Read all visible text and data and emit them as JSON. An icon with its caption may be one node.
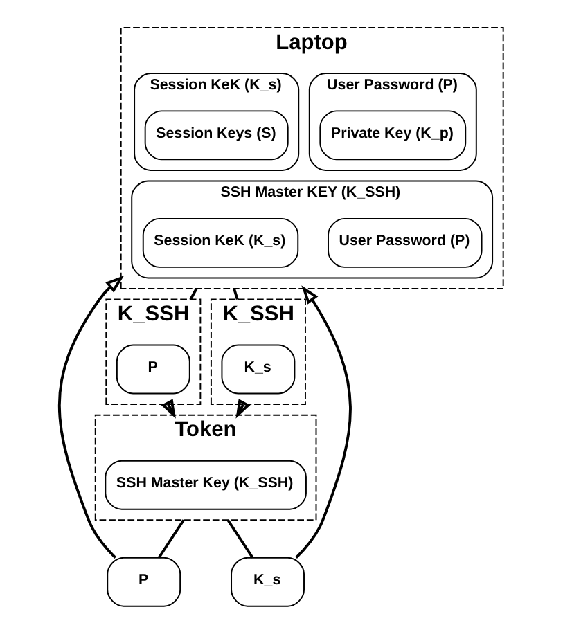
{
  "diagram": {
    "nodes": [
      {
        "text": [
          "Laptop"
        ]
      },
      {
        "text": [
          "User Password (P)"
        ],
        "in": 0
      },
      {
        "text": [
          "Private Key (K_p)"
        ],
        "in": 1
      },
      {
        "text": [
          "Session KeK (K_s)"
        ],
        "in": 0
      },
      {
        "text": [
          "Session Keys (S)"
        ],
        "in": 3
      },
      {
        "text": [
          "SSH Master KEY (K_SSH)"
        ],
        "in": 0
      },
      {
        "text": [
          "User Password (P)"
        ],
        "in": 5
      },
      {
        "text": [
          "Session KeK (K_s)"
        ],
        "in": 5
      },
      {
        "text": [
          "K_SSH"
        ]
      },
      {
        "text": [
          "P"
        ],
        "in": 8
      },
      {
        "text": [
          "P"
        ]
      },
      {
        "text": [
          "K_SSH"
        ]
      },
      {
        "text": [
          "K_s"
        ],
        "in": 11
      },
      {
        "text": [
          "K_s"
        ]
      },
      {
        "text": [
          "Token"
        ]
      },
      {
        "text": [
          "SSH Master Key (K_SSH)"
        ],
        "in": 14
      }
    ],
    "edges": [
      {
        "from": 0,
        "to": 8,
        "arrow": "none"
      },
      {
        "from": 8,
        "to": 14,
        "arrow": "to"
      },
      {
        "from": 14,
        "to": 10,
        "arrow": "none"
      },
      {
        "from": 10,
        "to": 0,
        "arrow": "to"
      },
      {
        "from": 0,
        "to": 11,
        "arrow": "none"
      },
      {
        "from": 11,
        "to": 14,
        "arrow": "to"
      },
      {
        "from": 14,
        "to": 13,
        "arrow": "none"
      },
      {
        "from": 13,
        "to": 0,
        "arrow": "to"
      }
    ]
  }
}
